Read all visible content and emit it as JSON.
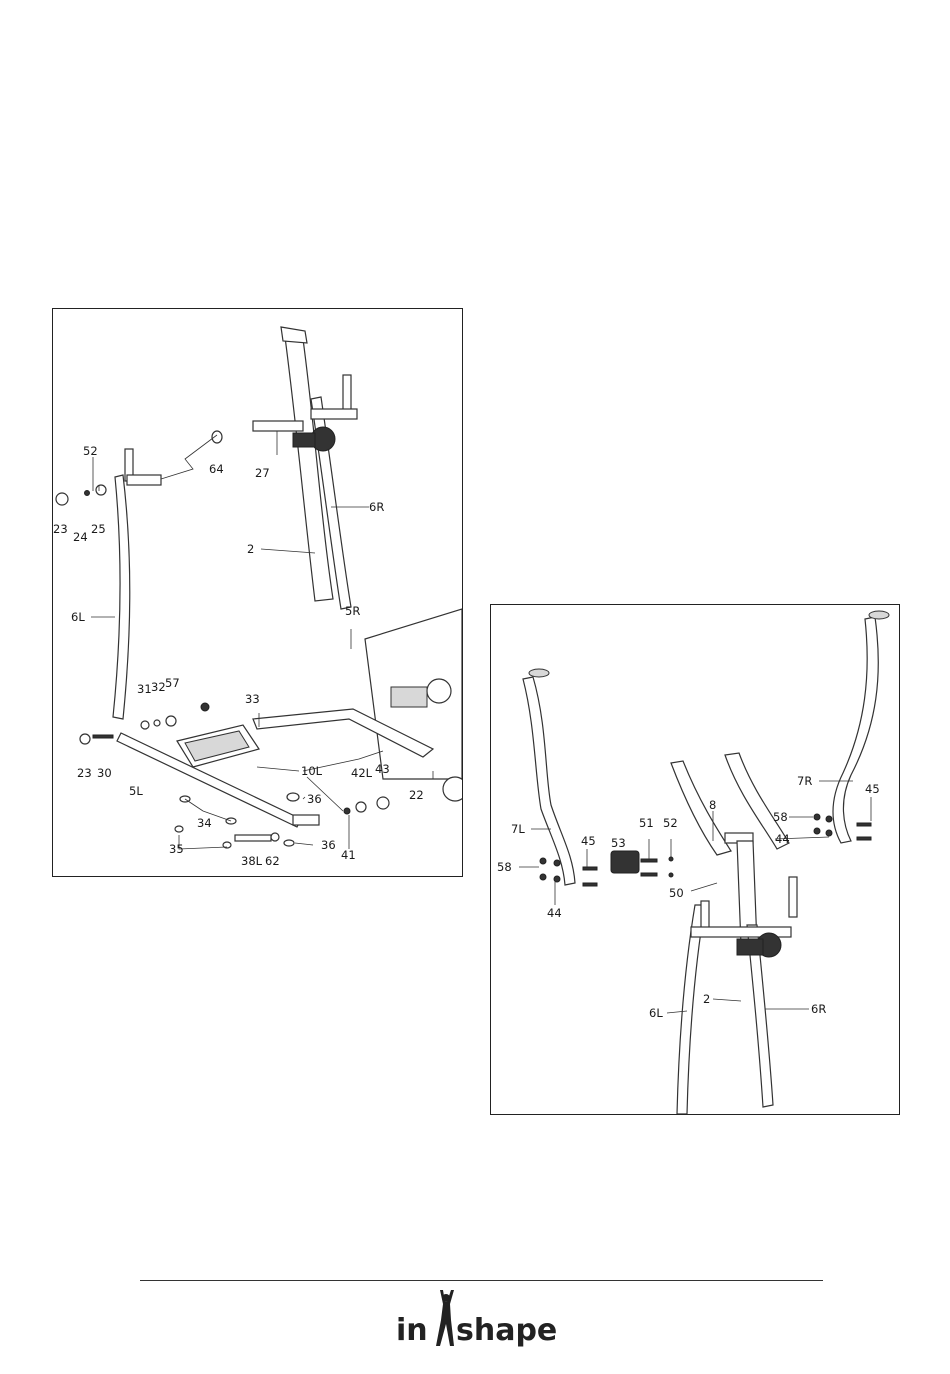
{
  "left_figure": {
    "labels": [
      "52",
      "23",
      "24",
      "25",
      "64",
      "27",
      "6R",
      "2",
      "6L",
      "5R",
      "31",
      "32",
      "57",
      "33",
      "23",
      "30",
      "5L",
      "10L",
      "42L",
      "43",
      "36",
      "34",
      "22",
      "35",
      "38L",
      "62",
      "36",
      "41"
    ]
  },
  "right_figure": {
    "labels": [
      "7R",
      "45",
      "58",
      "44",
      "7L",
      "53",
      "51",
      "52",
      "8",
      "45",
      "58",
      "50",
      "44",
      "2",
      "6L",
      "6R"
    ]
  },
  "brand": {
    "name_left": "in",
    "name_right": "shape"
  }
}
